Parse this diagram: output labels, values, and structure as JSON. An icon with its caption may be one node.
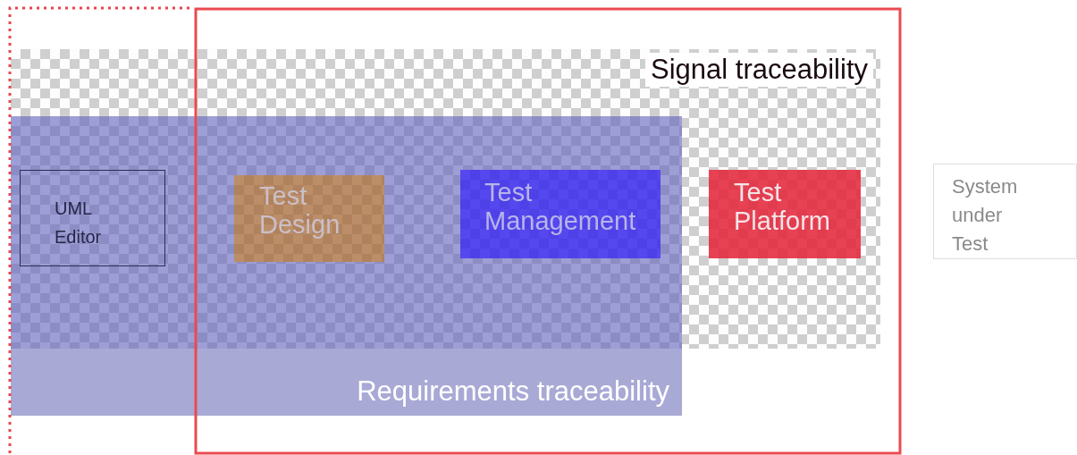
{
  "diagram": {
    "nodes": [
      {
        "text": [
          "Signal traceability"
        ]
      },
      {
        "text": [
          "Requirements traceability"
        ]
      },
      {
        "text": [
          "UML Editor"
        ]
      },
      {
        "text": [
          "Test Design"
        ]
      },
      {
        "text": [
          "Test Management"
        ]
      },
      {
        "text": [
          "Test Platform"
        ],
        "in": 0
      },
      {
        "text": [
          "System under Test"
        ]
      }
    ]
  }
}
